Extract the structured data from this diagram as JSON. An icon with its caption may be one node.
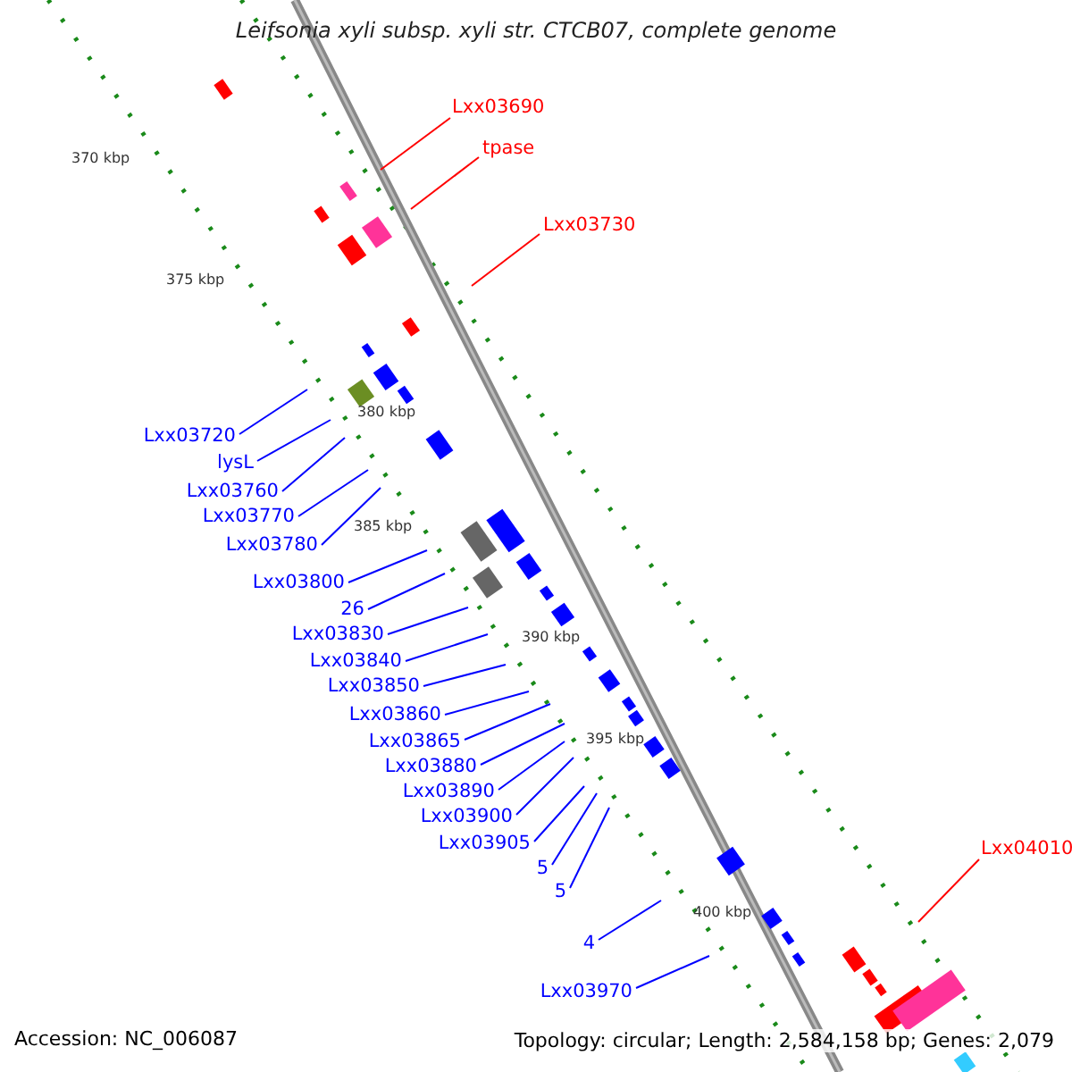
{
  "diagram": {
    "title": "Leifsonia xyli subsp. xyli str. CTCB07, complete genome",
    "nodes": [
      {
        "text": [
          "Lxx03690"
        ]
      },
      {
        "text": [
          "tpase"
        ]
      },
      {
        "text": [
          "Lxx03730"
        ]
      },
      {
        "text": [
          "Lxx03720"
        ]
      },
      {
        "text": [
          "lysL"
        ]
      },
      {
        "text": [
          "Lxx03760"
        ]
      },
      {
        "text": [
          "Lxx03770"
        ]
      },
      {
        "text": [
          "Lxx03780"
        ]
      },
      {
        "text": [
          "Lxx03800"
        ]
      },
      {
        "text": [
          "26"
        ]
      },
      {
        "text": [
          "Lxx03830"
        ]
      },
      {
        "text": [
          "Lxx03840"
        ]
      },
      {
        "text": [
          "Lxx03850"
        ]
      },
      {
        "text": [
          "Lxx03860"
        ]
      },
      {
        "text": [
          "Lxx03865"
        ]
      },
      {
        "text": [
          "Lxx03880"
        ]
      },
      {
        "text": [
          "Lxx03890"
        ]
      },
      {
        "text": [
          "Lxx03900"
        ]
      },
      {
        "text": [
          "Lxx03905"
        ]
      },
      {
        "text": [
          "5"
        ]
      },
      {
        "text": [
          "5"
        ]
      },
      {
        "text": [
          "Lxx04010"
        ]
      },
      {
        "text": [
          "4"
        ]
      },
      {
        "text": [
          "Lxx03970"
        ]
      }
    ],
    "edges": [
      {
        "from": 0,
        "to": null,
        "arrow": "none",
        "color": "#ff0000"
      },
      {
        "from": 1,
        "to": null,
        "arrow": "none",
        "color": "#ff0000"
      },
      {
        "from": 2,
        "to": null,
        "arrow": "none",
        "color": "#ff0000"
      },
      {
        "from": 3,
        "to": null,
        "arrow": "none"
      },
      {
        "from": 4,
        "to": null,
        "arrow": "none"
      },
      {
        "from": 5,
        "to": null,
        "arrow": "none"
      },
      {
        "from": 6,
        "to": null,
        "arrow": "none"
      },
      {
        "from": 7,
        "to": null,
        "arrow": "none"
      },
      {
        "from": 8,
        "to": null,
        "arrow": "none"
      },
      {
        "from": 9,
        "to": null,
        "arrow": "none"
      },
      {
        "from": 10,
        "to": null,
        "arrow": "none"
      },
      {
        "from": 11,
        "to": null,
        "arrow": "none"
      },
      {
        "from": 12,
        "to": null,
        "arrow": "none"
      },
      {
        "from": 13,
        "to": null,
        "arrow": "none"
      },
      {
        "from": 14,
        "to": null,
        "arrow": "none"
      },
      {
        "from": 15,
        "to": null,
        "arrow": "none"
      },
      {
        "from": 16,
        "to": null,
        "arrow": "none"
      },
      {
        "from": 17,
        "to": null,
        "arrow": "none"
      },
      {
        "from": 18,
        "to": null,
        "arrow": "none"
      },
      {
        "from": 19,
        "to": null,
        "arrow": "none"
      },
      {
        "from": 20,
        "to": null,
        "arrow": "none"
      },
      {
        "from": 21,
        "to": null,
        "arrow": "none",
        "color": "#ff0000"
      },
      {
        "from": 22,
        "to": null,
        "arrow": "none"
      },
      {
        "from": 23,
        "to": null,
        "arrow": "none"
      }
    ],
    "labels": [
      "370 kbp",
      "375 kbp",
      "380 kbp",
      "385 kbp",
      "390 kbp",
      "395 kbp",
      "400 kbp",
      "Accession: NC_006087",
      "Topology: circular; Length: 2,584,158 bp; Genes: 2,079"
    ]
  }
}
